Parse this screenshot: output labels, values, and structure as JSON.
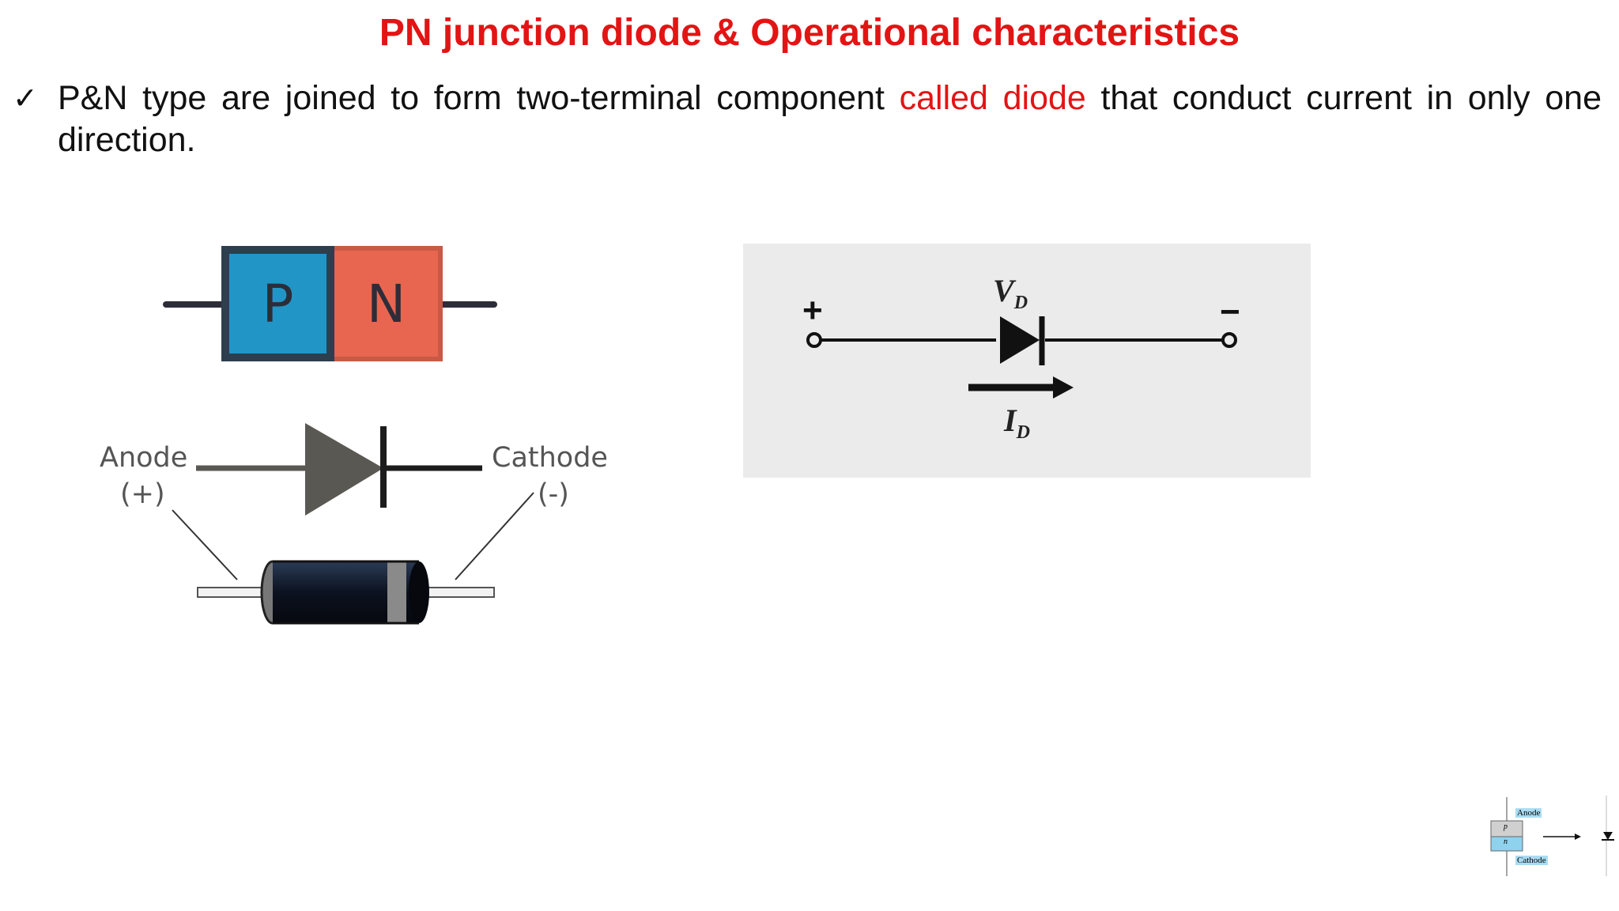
{
  "title": "PN junction diode & Operational characteristics",
  "colors": {
    "title": "#e31414",
    "highlight": "#e31414",
    "text": "#111111",
    "p_region": "#2196c6",
    "n_region": "#e8664f",
    "diode_symbol": "#5a5852",
    "panel_bg": "#ebebeb"
  },
  "bullet": {
    "icon": "check-icon",
    "check": "✓",
    "text_before": "P&N type are joined to form two-terminal component ",
    "highlight": "called diode",
    "text_after": " that conduct current in only one direction."
  },
  "pn_diagram": {
    "p_label": "P",
    "n_label": "N"
  },
  "diode_symbol_figure": {
    "anode_label": "Anode",
    "anode_sign": "(+)",
    "cathode_label": "Cathode",
    "cathode_sign": "(-)"
  },
  "circuit_figure": {
    "plus": "+",
    "minus": "−",
    "voltage_label": "V",
    "voltage_sub": "D",
    "current_label": "I",
    "current_sub": "D"
  },
  "thumbnail": {
    "anode": "Anode",
    "cathode": "Cathode",
    "p": "p",
    "n": "n"
  }
}
